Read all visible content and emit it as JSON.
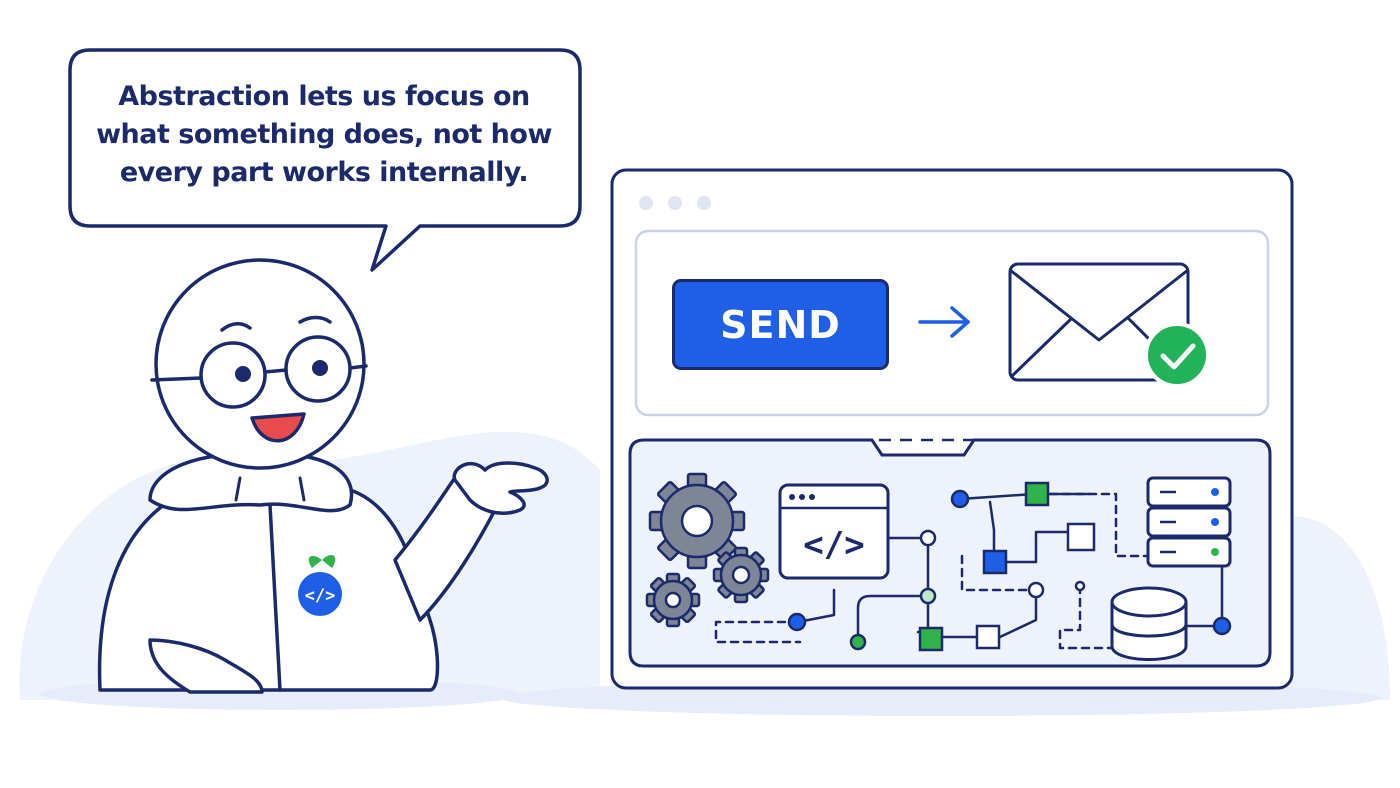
{
  "speech_bubble": {
    "line1": "Abstraction lets us focus on",
    "line2": "what something does, not how",
    "line3": "every part works internally."
  },
  "interface": {
    "send_label": "SEND",
    "code_symbol": "</>"
  },
  "character": {
    "badge_symbol": "</>"
  },
  "colors": {
    "outline": "#1b2a6b",
    "accent_blue": "#1f5ee6",
    "success_green": "#22b35a",
    "leaf_green": "#2fb34a",
    "panel_fill": "#eef2fb",
    "gear_gray": "#7d8596"
  }
}
